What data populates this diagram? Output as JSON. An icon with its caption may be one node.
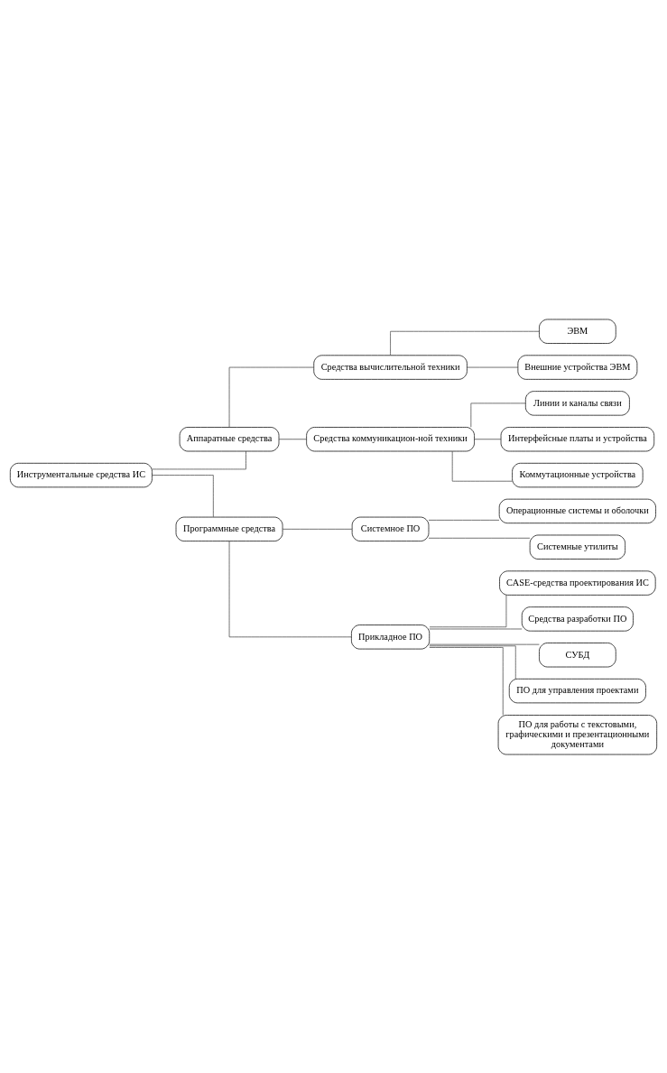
{
  "diagram": {
    "nodes": [
      {
        "text": [
          "Инструментальные средства ИС"
        ]
      },
      {
        "text": [
          "Аппаратные средства"
        ]
      },
      {
        "text": [
          "Средства вычислительной техники"
        ]
      },
      {
        "text": [
          "ЭВМ"
        ]
      },
      {
        "text": [
          "Внешние устройства ЭВМ"
        ]
      },
      {
        "text": [
          "Средства коммуникацион-ной техники"
        ]
      },
      {
        "text": [
          "Линии и каналы связи"
        ]
      },
      {
        "text": [
          "Интерфейсные платы и устройства"
        ]
      },
      {
        "text": [
          "Коммутационные устройства"
        ]
      },
      {
        "text": [
          "Программные средства"
        ]
      },
      {
        "text": [
          "Системное ПО"
        ]
      },
      {
        "text": [
          "Операционные системы и оболочки"
        ]
      },
      {
        "text": [
          "Системные утилиты"
        ]
      },
      {
        "text": [
          "Прикладное ПО"
        ]
      },
      {
        "text": [
          "CASE-средства проектирования ИС"
        ]
      },
      {
        "text": [
          "Средства разработки ПО"
        ]
      },
      {
        "text": [
          "СУБД"
        ]
      },
      {
        "text": [
          "ПО для управления проектами"
        ]
      },
      {
        "text": [
          "ПО для работы с текстовыми, графическими и презентационными документами"
        ]
      }
    ],
    "edges": [
      {
        "from": 0,
        "to": 1,
        "arrow": "none"
      },
      {
        "from": 1,
        "to": 2,
        "arrow": "none"
      },
      {
        "from": 2,
        "to": 3,
        "arrow": "none"
      },
      {
        "from": 2,
        "to": 4,
        "arrow": "none"
      },
      {
        "from": 1,
        "to": 5,
        "arrow": "none"
      },
      {
        "from": 5,
        "to": 6,
        "arrow": "none"
      },
      {
        "from": 5,
        "to": 7,
        "arrow": "none"
      },
      {
        "from": 5,
        "to": 8,
        "arrow": "none"
      },
      {
        "from": 0,
        "to": 9,
        "arrow": "none"
      },
      {
        "from": 9,
        "to": 10,
        "arrow": "none"
      },
      {
        "from": 10,
        "to": 11,
        "arrow": "none"
      },
      {
        "from": 10,
        "to": 12,
        "arrow": "none"
      },
      {
        "from": 9,
        "to": 13,
        "arrow": "none"
      },
      {
        "from": 13,
        "to": 14,
        "arrow": "none"
      },
      {
        "from": 13,
        "to": 15,
        "arrow": "none"
      },
      {
        "from": 13,
        "to": 16,
        "arrow": "none"
      },
      {
        "from": 13,
        "to": 17,
        "arrow": "none"
      },
      {
        "from": 13,
        "to": 18,
        "arrow": "none"
      }
    ]
  }
}
